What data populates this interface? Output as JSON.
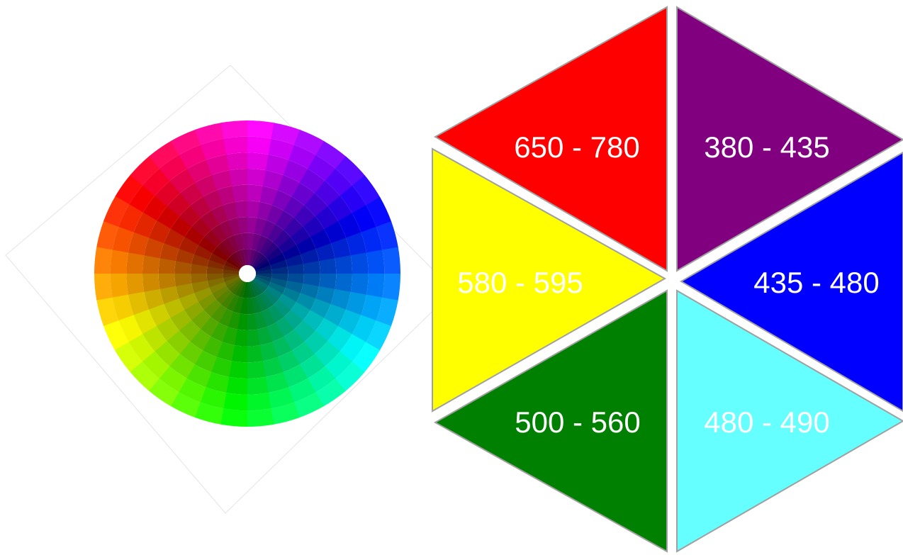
{
  "color_wheel": {
    "hues": 36,
    "rings": 9,
    "center_dot_color": "#ffffff"
  },
  "hexagon": {
    "border_color": "#a0a0a0",
    "segments": [
      {
        "id": "red",
        "label": "650 - 780",
        "fill": "#ff0000",
        "text_color": "#ffffff"
      },
      {
        "id": "purple",
        "label": "380 - 435",
        "fill": "#800080",
        "text_color": "#ffffff"
      },
      {
        "id": "yellow",
        "label": "580 - 595",
        "fill": "#ffff00",
        "text_color": "#ffffff"
      },
      {
        "id": "blue",
        "label": "435 - 480",
        "fill": "#0000ff",
        "text_color": "#ffffff"
      },
      {
        "id": "green",
        "label": "500 - 560",
        "fill": "#008000",
        "text_color": "#ffffff"
      },
      {
        "id": "cyan",
        "label": "480 - 490",
        "fill": "#66ffff",
        "text_color": "#ffffff"
      }
    ]
  }
}
